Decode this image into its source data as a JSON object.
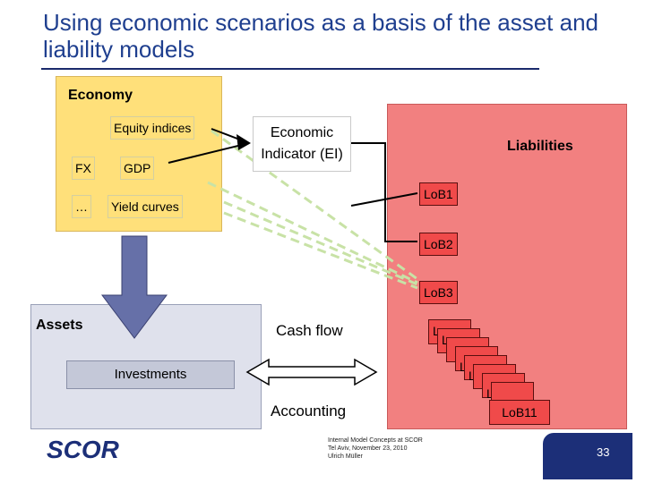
{
  "title": "Using economic scenarios as a basis of the asset and liability models",
  "economy": {
    "label": "Economy",
    "items": {
      "equity": "Equity indices",
      "fx": "FX",
      "gdp": "GDP",
      "dots": "…",
      "yield": "Yield curves"
    }
  },
  "economic_indicator": "Economic Indicator (EI)",
  "liabilities": {
    "label": "Liabilities",
    "lob1": "LoB1",
    "lob2": "LoB2",
    "lob3": "LoB3",
    "lob11": "LoB11",
    "stack_prefix": "L"
  },
  "assets": {
    "label": "Assets",
    "investments": "Investments"
  },
  "cash_flow": "Cash flow",
  "accounting": "Accounting",
  "footer": {
    "line1": "Internal Model Concepts at SCOR",
    "line2": "Tel Aviv, November 23, 2010",
    "line3": "Ulrich Müller",
    "page": "33",
    "logo": "SCOR"
  },
  "colors": {
    "title": "#1f3f8f",
    "economy": "#ffe07a",
    "liabilities": "#f28080",
    "lob": "#f04a4a",
    "assets": "#dfe1ec",
    "arrow": "#6670a8",
    "dashed": "#c5e0a0",
    "footer": "#1c2f78"
  }
}
